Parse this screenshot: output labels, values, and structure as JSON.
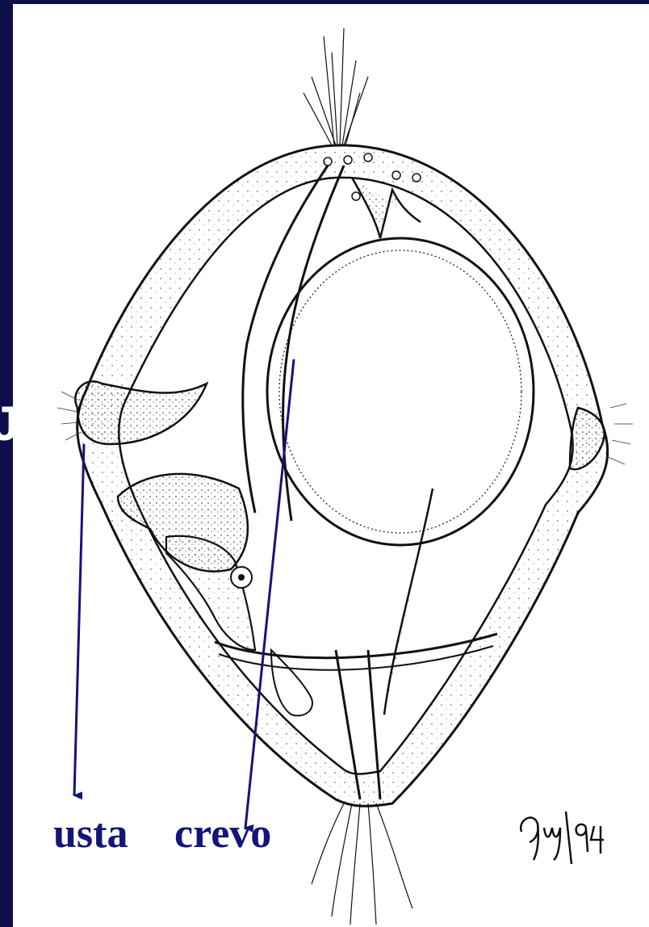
{
  "labels": {
    "mouth": "usta",
    "gut": "crevo"
  },
  "signature": "9uy/94",
  "colors": {
    "background": "#0d0d4a",
    "panel": "#ffffff",
    "label_text": "#14147a",
    "arrow": "#14147a",
    "ink": "#111111"
  }
}
